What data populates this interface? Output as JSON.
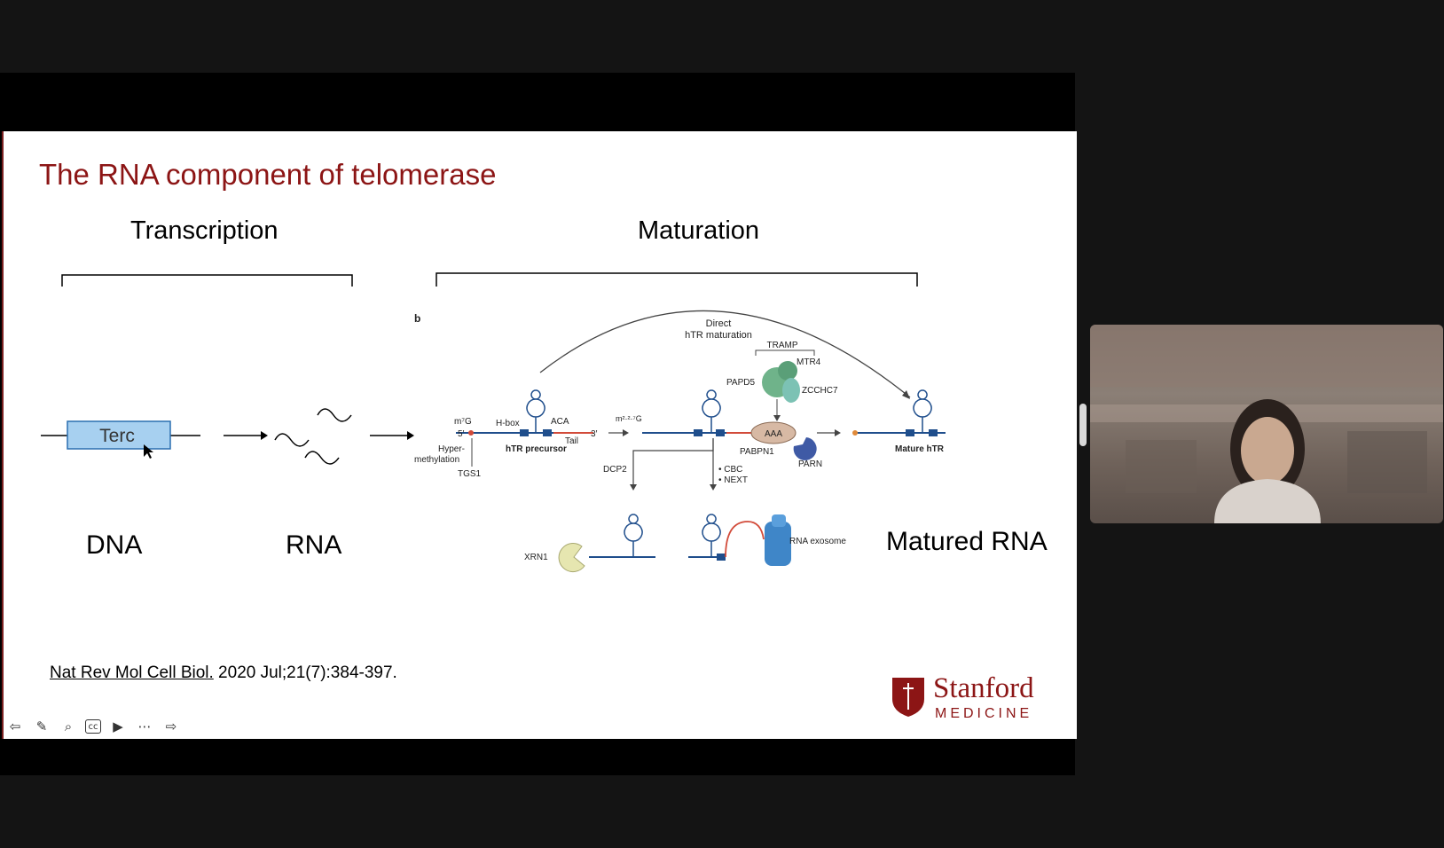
{
  "slide": {
    "title": "The RNA component of telomerase",
    "sections": {
      "transcription": "Transcription",
      "maturation": "Maturation"
    },
    "labels": {
      "dna": "DNA",
      "rna": "RNA",
      "matured_rna": "Matured RNA",
      "gene": "Terc"
    },
    "citation": {
      "journal": "Nat Rev Mol Cell Biol.",
      "rest": " 2020 Jul;21(7):384-397."
    },
    "figure": {
      "panel": "b",
      "direct": "Direct",
      "direct2": "hTR maturation",
      "tramp": "TRAMP",
      "mtr4": "MTR4",
      "papd5": "PAPD5",
      "zcchc7": "ZCCHC7",
      "m7g": "m⁷G",
      "five": "5′",
      "three": "3′",
      "hbox": "H-box",
      "aca": "ACA",
      "tail": "Tail",
      "precursor": "hTR  precursor",
      "hyper": "Hyper-",
      "methylation": "methylation",
      "tgs1": "TGS1",
      "m227g": "m²·²·⁷G",
      "aaa": "AAA",
      "pabpn1": "PABPN1",
      "parn": "PARN",
      "mature_htr": "Mature hTR",
      "dcp2": "DCP2",
      "cbc": "• CBC",
      "next": "• NEXT",
      "xrn1": "XRN1",
      "exosome": "RNA exosome"
    },
    "logo": {
      "name": "Stanford",
      "sub": "MEDICINE"
    }
  },
  "toolbar": {
    "icons": [
      "back-icon",
      "pen-icon",
      "zoom-icon",
      "captions-icon",
      "video-icon",
      "more-icon",
      "forward-icon"
    ]
  },
  "colors": {
    "title": "#8c1515",
    "rna_blue": "#1f4e8c",
    "gene_fill": "#a7d0f0"
  }
}
